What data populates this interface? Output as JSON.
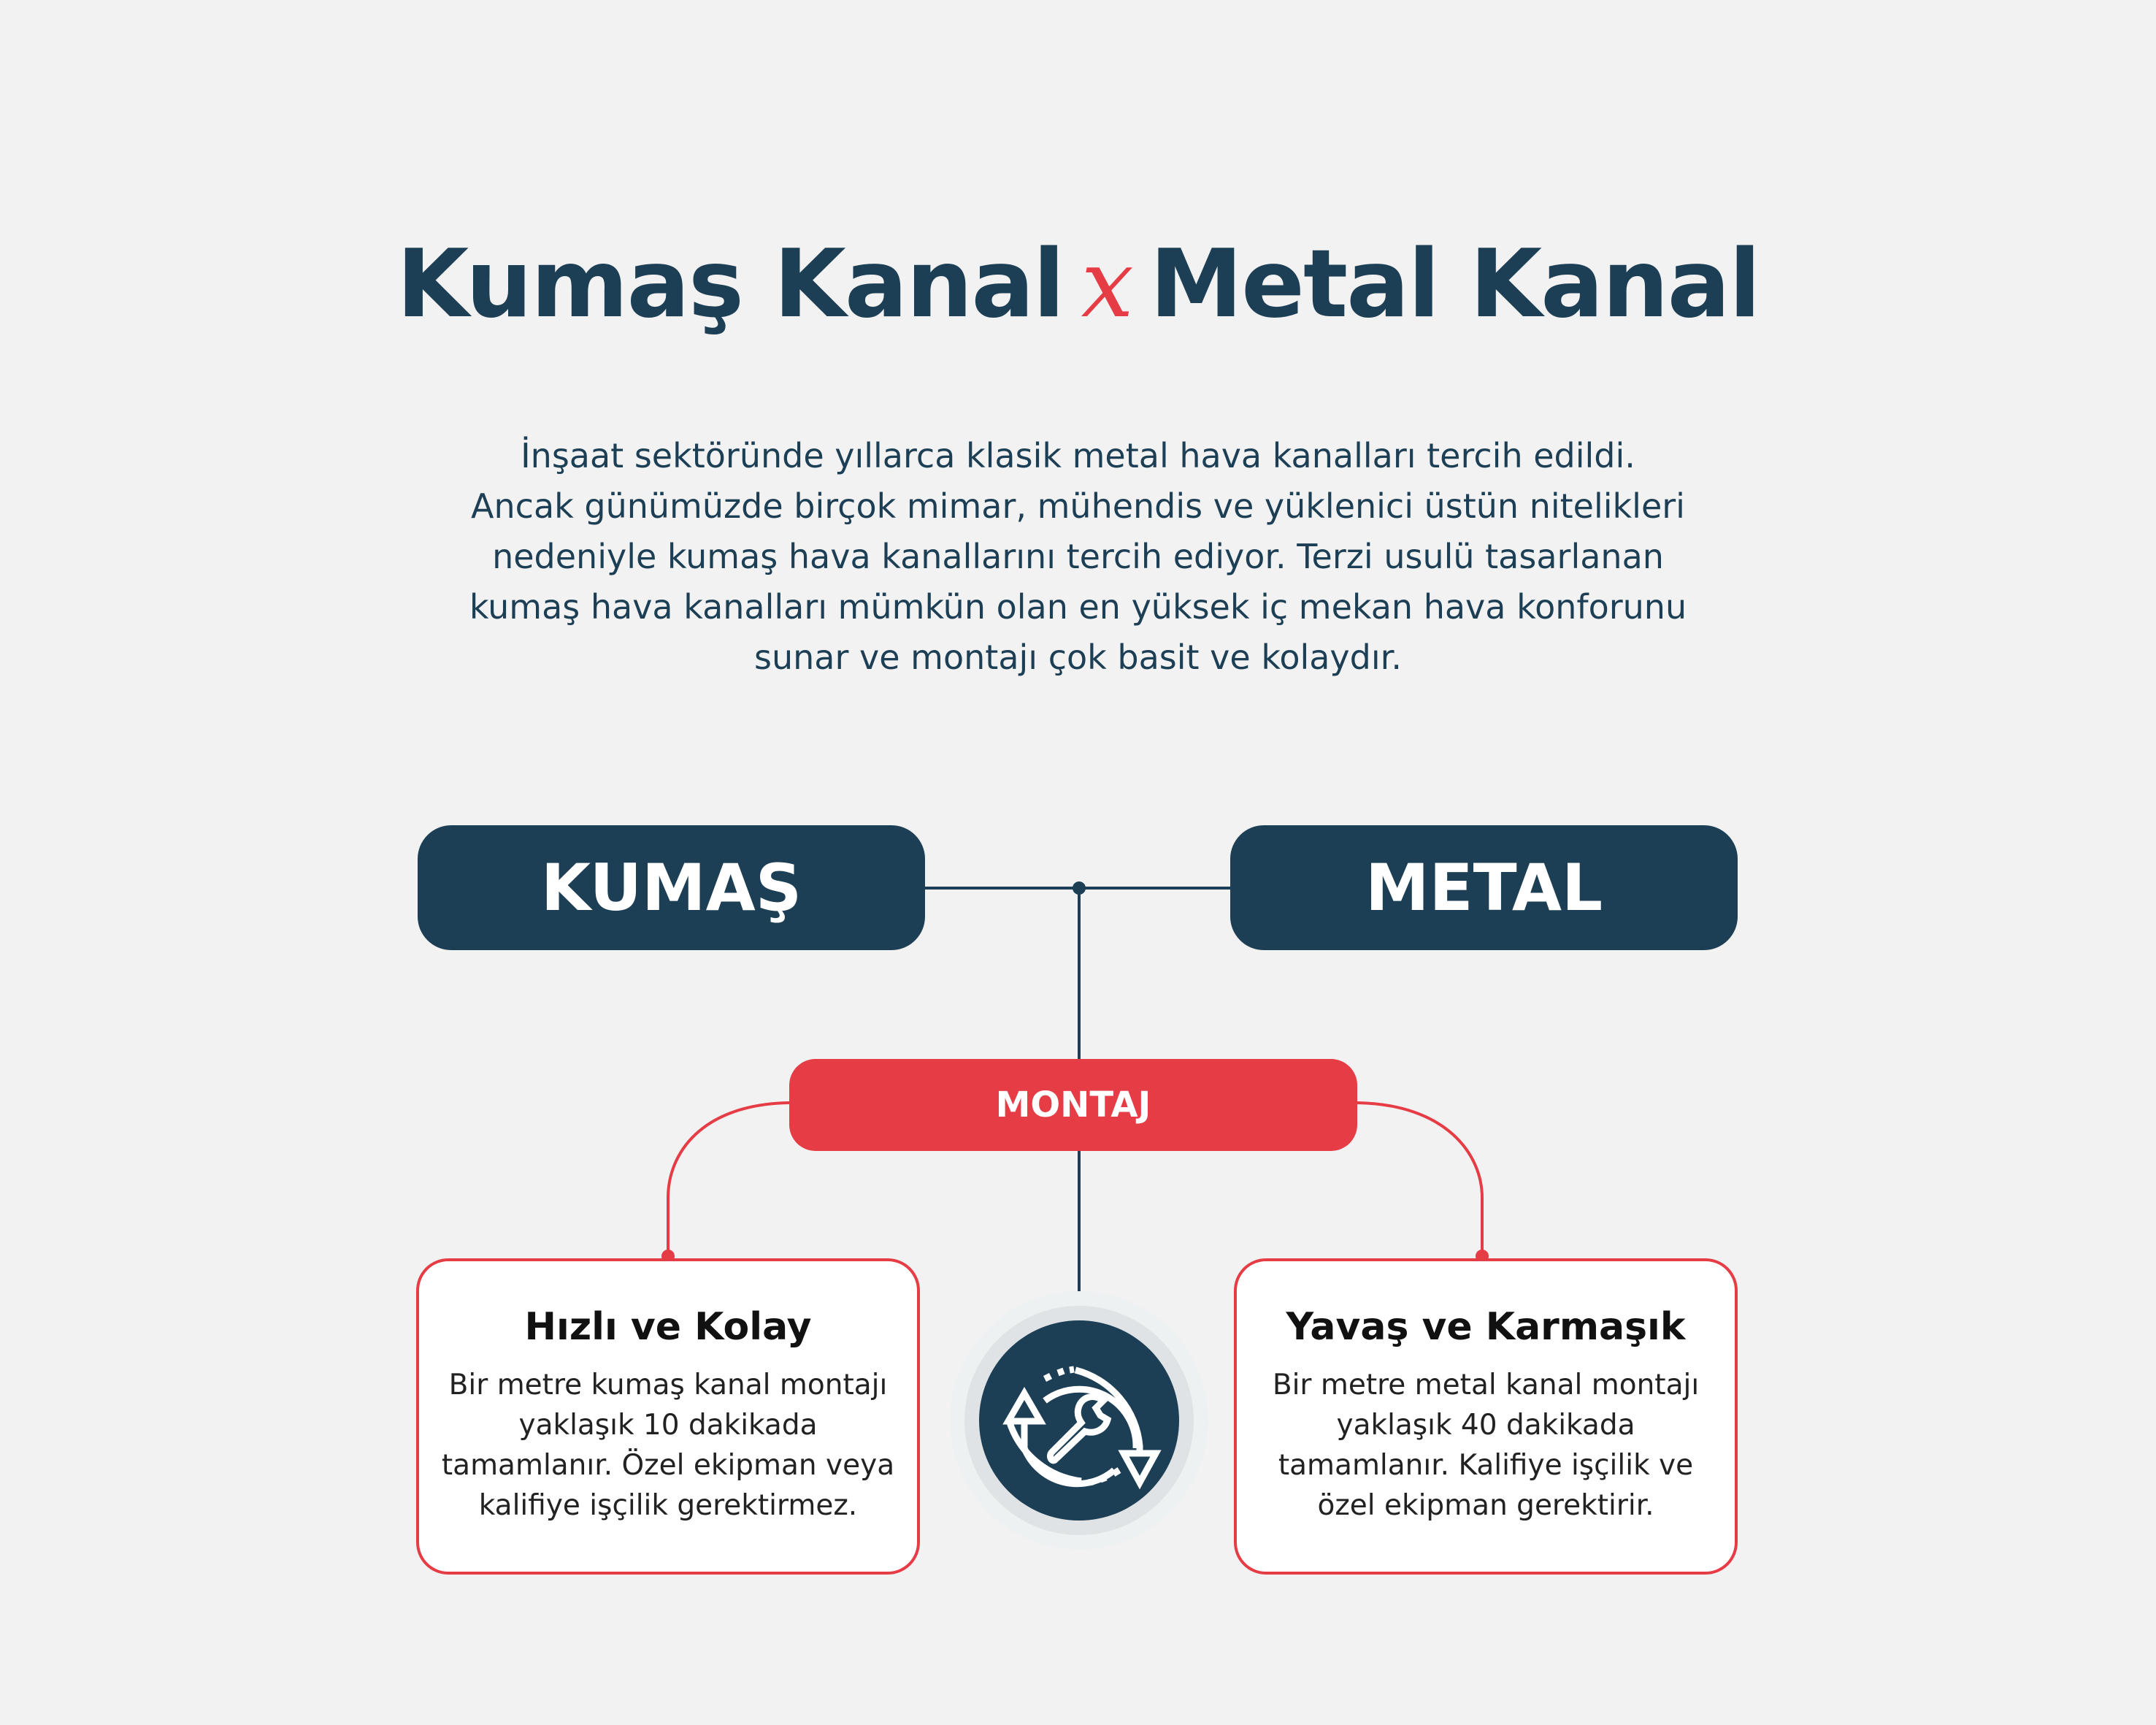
{
  "title": {
    "left": "Kumaş Kanal",
    "versus": "x",
    "right": "Metal Kanal"
  },
  "intro": "İnşaat sektöründe yıllarca klasik metal hava kanalları tercih edildi. Ancak günümüzde birçok mimar, mühendis ve yüklenici üstün nitelikleri nedeniyle kumaş hava kanallarını tercih ediyor. Terzi usulü tasarlanan kumaş hava kanalları mümkün olan en yüksek iç mekan hava konforunu sunar ve montajı çok basit ve kolaydır.",
  "left_header": "KUMAŞ",
  "right_header": "METAL",
  "category": "MONTAJ",
  "center_icon": "wrench-cycle-icon",
  "left_card": {
    "title": "Hızlı ve Kolay",
    "body": "Bir metre kumaş kanal montajı yaklaşık 10 dakikada tamamlanır. Özel ekipman veya kalifiye işçilik gerektirmez."
  },
  "right_card": {
    "title": "Yavaş ve Karmaşık",
    "body": "Bir metre metal kanal montajı yaklaşık 40 dakikada tamamlanır. Kalifiye işçilik ve özel ekipman gerektirir."
  },
  "colors": {
    "navy": "#1d3f55",
    "red": "#e63c45",
    "background": "#f2f2f2"
  }
}
